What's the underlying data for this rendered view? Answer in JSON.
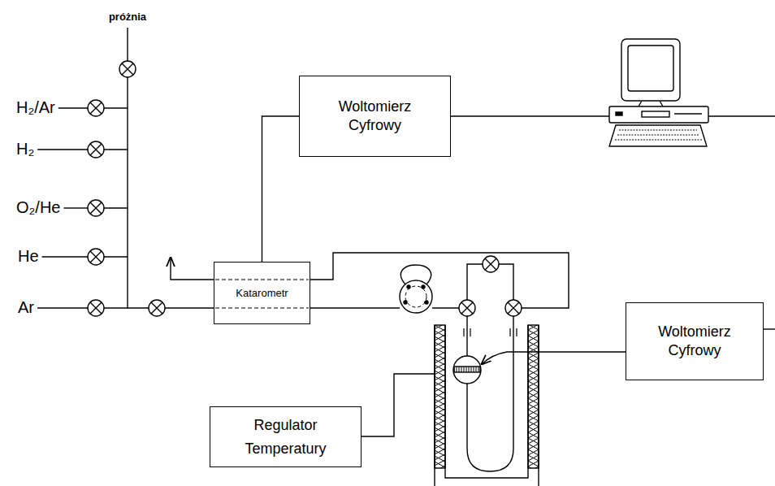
{
  "diagram": {
    "nodes": [
      {
        "text": [
          "Woltomierz Cyfrowy"
        ]
      },
      {
        "text": [
          "Katarometr"
        ]
      },
      {
        "text": [
          "Woltomierz Cyfrowy"
        ]
      },
      {
        "text": [
          "Regulator Temperatury"
        ]
      }
    ],
    "edges": [
      {
        "from": 1,
        "to": 0,
        "arrow": "none"
      }
    ],
    "labels": [
      "próżnia",
      "H₂/Ar",
      "H₂",
      "O₂/He",
      "He",
      "Ar"
    ]
  }
}
